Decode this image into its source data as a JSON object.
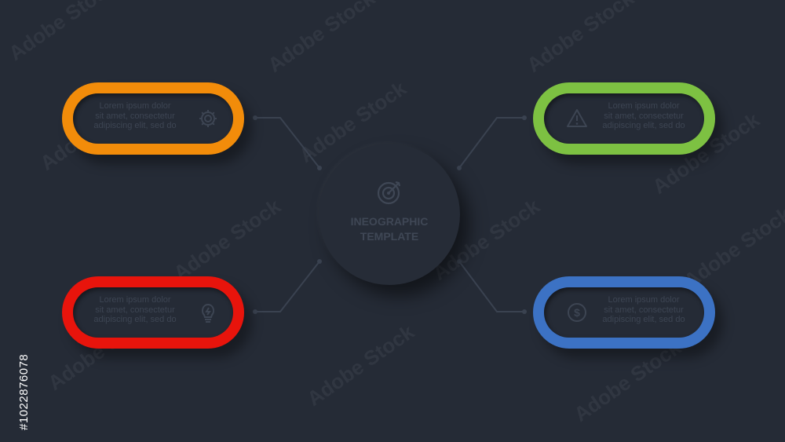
{
  "center": {
    "title_line1": "INEOGRAPHIC",
    "title_line2": "TEMPLATE",
    "icon": "target-icon"
  },
  "items": [
    {
      "position": "top-left",
      "color": "#f28c0a",
      "icon": "gear-icon",
      "text_line1": "Lorem ipsum dolor",
      "text_line2": "sit amet, consectetur",
      "text_line3": "adipiscing elit, sed do"
    },
    {
      "position": "top-right",
      "color": "#7dc142",
      "icon": "warning-icon",
      "text_line1": "Lorem ipsum dolor",
      "text_line2": "sit amet, consectetur",
      "text_line3": "adipiscing elit, sed do"
    },
    {
      "position": "bottom-left",
      "color": "#e8140c",
      "icon": "lightbulb-icon",
      "text_line1": "Lorem ipsum dolor",
      "text_line2": "sit amet, consectetur",
      "text_line3": "adipiscing elit, sed do"
    },
    {
      "position": "bottom-right",
      "color": "#3c72c4",
      "icon": "dollar-icon",
      "text_line1": "Lorem ipsum dolor",
      "text_line2": "sit amet, consectetur",
      "text_line3": "adipiscing elit, sed do"
    }
  ],
  "watermark": {
    "text": "Adobe Stock",
    "id": "#1022876078"
  },
  "colors": {
    "background": "#252b36",
    "connector": "#3a4250"
  }
}
